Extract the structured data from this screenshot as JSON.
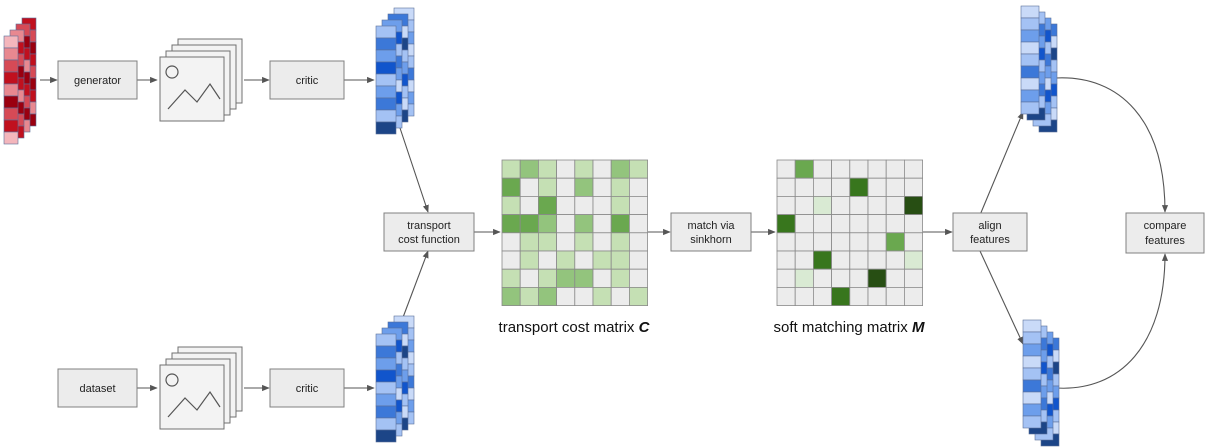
{
  "nodes": {
    "generator": "generator",
    "critic_top": "critic",
    "dataset": "dataset",
    "critic_bottom": "critic",
    "transport_cost_function": [
      "transport",
      "cost function"
    ],
    "match_via_sinkhorn": [
      "match via",
      "sinkhorn"
    ],
    "align_features": [
      "align",
      "features"
    ],
    "compare_features": [
      "compare",
      "features"
    ]
  },
  "captions": {
    "cost_matrix": {
      "text": "transport cost matrix",
      "symbol": "C"
    },
    "matching_matrix": {
      "text": "soft matching matrix",
      "symbol": "M"
    }
  },
  "colors": {
    "noise": [
      "#f4b6bc",
      "#e88890",
      "#d64a56",
      "#c0101e",
      "#9a0010"
    ],
    "features": [
      "#c9daf8",
      "#a4c2f4",
      "#6d9eeb",
      "#3c78d8",
      "#1155cc",
      "#1c4587"
    ],
    "cost": [
      "#ececec",
      "#c5e0b4",
      "#93c47d",
      "#6aa84f"
    ],
    "match": [
      "#ececec",
      "#d9ead3",
      "#6aa84f",
      "#38761d",
      "#274e13"
    ]
  },
  "icons": {
    "noise_stack": "noise-stack-icon",
    "image_stack": "image-stack-icon",
    "feature_stack": "feature-stack-icon"
  },
  "matrices": {
    "cost": [
      [
        1,
        2,
        1,
        0,
        1,
        0,
        2,
        1
      ],
      [
        3,
        0,
        1,
        0,
        2,
        0,
        1,
        0
      ],
      [
        1,
        0,
        3,
        0,
        0,
        0,
        1,
        0
      ],
      [
        3,
        3,
        2,
        0,
        2,
        0,
        3,
        0
      ],
      [
        0,
        1,
        1,
        0,
        1,
        0,
        1,
        0
      ],
      [
        0,
        1,
        0,
        1,
        0,
        1,
        1,
        0
      ],
      [
        1,
        0,
        1,
        2,
        2,
        0,
        1,
        0
      ],
      [
        2,
        1,
        2,
        0,
        0,
        1,
        0,
        1
      ]
    ],
    "match": [
      [
        0,
        2,
        0,
        0,
        0,
        0,
        0,
        0
      ],
      [
        0,
        0,
        0,
        0,
        3,
        0,
        0,
        0
      ],
      [
        0,
        0,
        1,
        0,
        0,
        0,
        0,
        4
      ],
      [
        3,
        0,
        0,
        0,
        0,
        0,
        0,
        0
      ],
      [
        0,
        0,
        0,
        0,
        0,
        0,
        2,
        0
      ],
      [
        0,
        0,
        3,
        0,
        0,
        0,
        0,
        1
      ],
      [
        0,
        1,
        0,
        0,
        0,
        4,
        0,
        0
      ],
      [
        0,
        0,
        0,
        3,
        0,
        0,
        0,
        0
      ]
    ]
  }
}
